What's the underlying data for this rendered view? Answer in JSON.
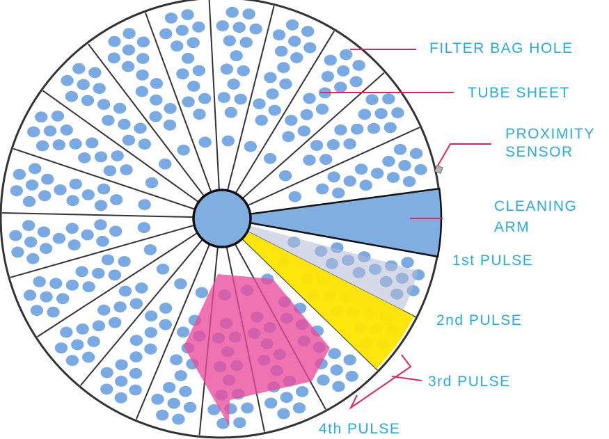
{
  "colors": {
    "label_text": "#27aae1",
    "leader_line": "#e0245e",
    "hole_fill": "#7aaae3",
    "tube_sheet_fill": "#ffffff",
    "outline": "#333333",
    "cleaning_arm_fill": "#80aee0",
    "pulse_yellow": "#ffe600",
    "pulse_pink": "#ec4b9b",
    "proximity_sensor": "#b7b7b7"
  },
  "labels": {
    "filter_bag_hole": "FILTER BAG HOLE",
    "tube_sheet": "TUBE SHEET",
    "proximity_sensor_line1": "PROXIMITY",
    "proximity_sensor_line2": "SENSOR",
    "cleaning_arm_line1": "CLEANING",
    "cleaning_arm_line2": "ARM",
    "pulse_1": "1st PULSE",
    "pulse_2": "2nd PULSE",
    "pulse_3": "3rd PULSE",
    "pulse_4": "4th PULSE"
  },
  "diagram": {
    "sector_count": 21,
    "hole_icon": "filter-bag-hole-icon",
    "arrow_icon": "rotation-arrow-icon"
  }
}
